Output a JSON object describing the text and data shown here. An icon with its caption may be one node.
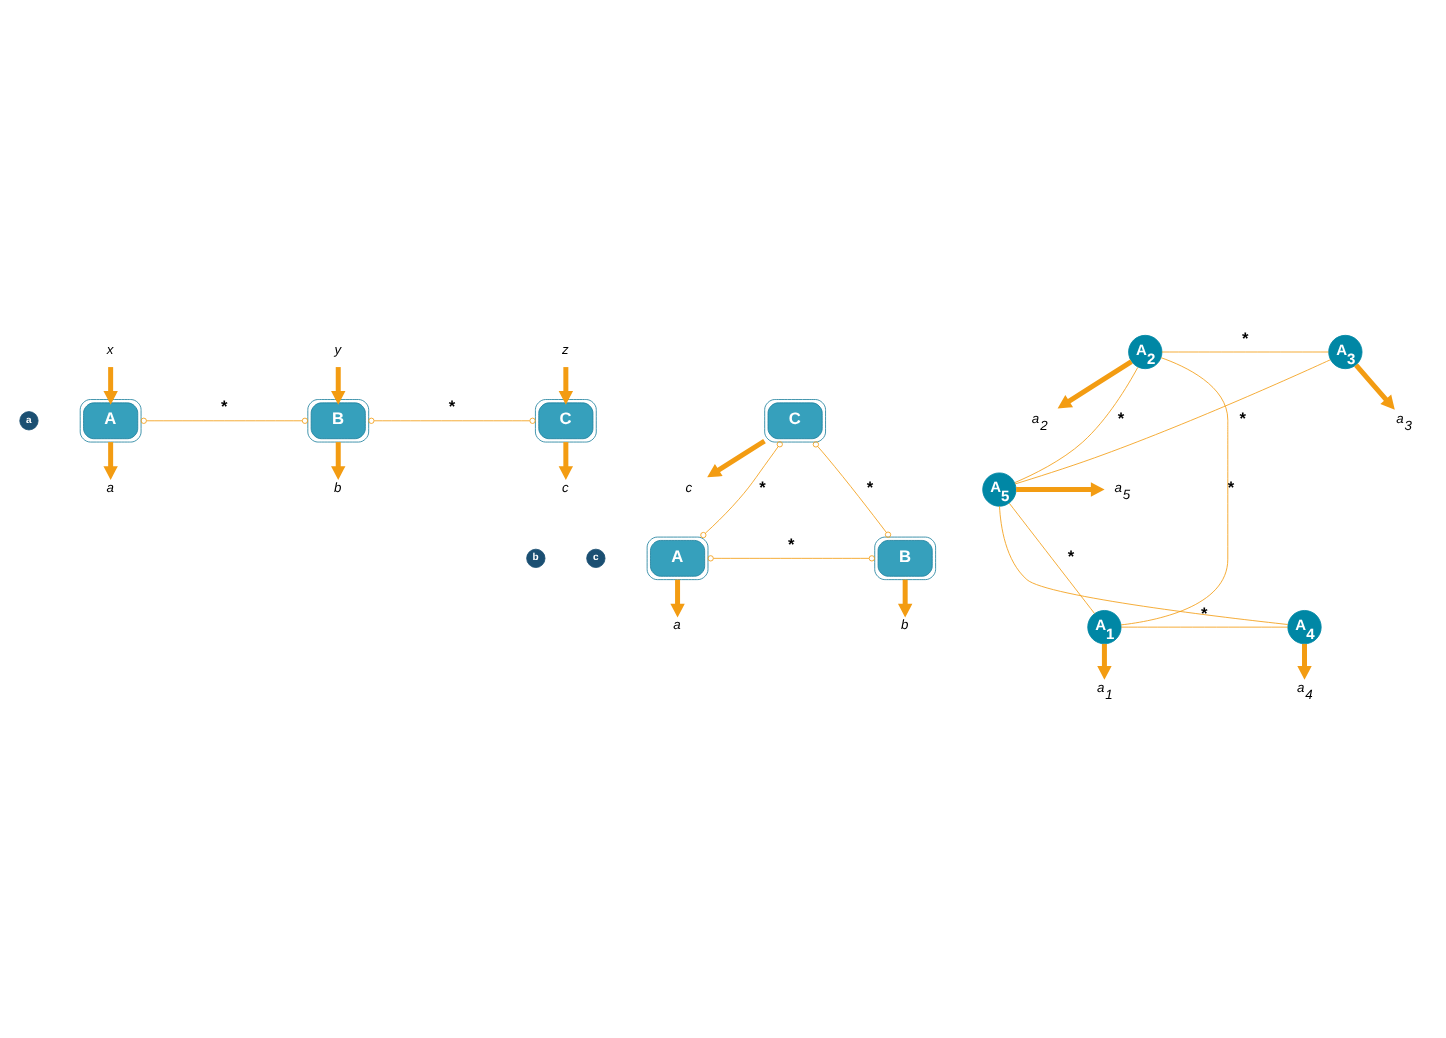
{
  "diagram": {
    "nodes": [
      {
        "text": [
          "a"
        ]
      },
      {
        "text": [
          "x"
        ]
      },
      {
        "text": [
          "y"
        ]
      },
      {
        "text": [
          "z"
        ]
      },
      {
        "text": [
          "A"
        ]
      },
      {
        "text": [
          "B"
        ]
      },
      {
        "text": [
          "C"
        ]
      },
      {
        "text": [
          "a"
        ]
      },
      {
        "text": [
          "b"
        ]
      },
      {
        "text": [
          "c"
        ]
      },
      {
        "text": [
          "b"
        ]
      },
      {
        "text": [
          "C"
        ]
      },
      {
        "text": [
          "c"
        ]
      },
      {
        "text": [
          "A"
        ]
      },
      {
        "text": [
          "B"
        ]
      },
      {
        "text": [
          "a"
        ]
      },
      {
        "text": [
          "b"
        ]
      },
      {
        "text": [
          "c"
        ]
      },
      {
        "text": [
          "a$_{2}$"
        ]
      },
      {
        "text": [
          "A$_{2}$"
        ]
      },
      {
        "text": [
          "A$_{3}$"
        ]
      },
      {
        "text": [
          "a$_{3}$"
        ]
      },
      {
        "text": [
          "a$_{5}$"
        ]
      },
      {
        "text": [
          "A$_{5}$"
        ]
      },
      {
        "text": [
          "A$_{4}$"
        ]
      },
      {
        "text": [
          "A$_{1}$"
        ]
      },
      {
        "text": [
          "a$_{4}$"
        ]
      },
      {
        "text": [
          "a$_{1}$"
        ]
      }
    ],
    "edges": [
      {
        "from": 1,
        "to": 4,
        "arrow": "to"
      },
      {
        "from": 2,
        "to": 5,
        "arrow": "to"
      },
      {
        "from": 3,
        "to": 6,
        "arrow": "to"
      },
      {
        "from": 4,
        "to": 5,
        "arrow": "other",
        "label": "*"
      },
      {
        "from": 5,
        "to": 6,
        "arrow": "other",
        "label": "*"
      },
      {
        "from": 4,
        "to": 7,
        "arrow": "to"
      },
      {
        "from": 5,
        "to": 8,
        "arrow": "to"
      },
      {
        "from": 6,
        "to": 9,
        "arrow": "to"
      },
      {
        "from": 11,
        "to": 12,
        "arrow": "to"
      },
      {
        "from": 11,
        "to": 13,
        "arrow": "other",
        "label": "*"
      },
      {
        "from": 11,
        "to": 14,
        "arrow": "other",
        "label": "*"
      },
      {
        "from": 13,
        "to": 14,
        "arrow": "other",
        "label": "*"
      },
      {
        "from": 13,
        "to": 15,
        "arrow": "to"
      },
      {
        "from": 14,
        "to": 16,
        "arrow": "to"
      },
      {
        "from": 19,
        "to": 18,
        "arrow": "to"
      },
      {
        "from": 19,
        "to": 20,
        "arrow": "none",
        "label": "*"
      },
      {
        "from": 20,
        "to": 21,
        "arrow": "to"
      },
      {
        "from": 19,
        "to": 23,
        "arrow": "none",
        "label": "*"
      },
      {
        "from": 20,
        "to": 23,
        "arrow": "none",
        "label": "*"
      },
      {
        "from": 19,
        "to": 25,
        "arrow": "none",
        "label": "*"
      },
      {
        "from": 23,
        "to": 22,
        "arrow": "to"
      },
      {
        "from": 23,
        "to": 25,
        "arrow": "none",
        "label": "*"
      },
      {
        "from": 25,
        "to": 24,
        "arrow": "none",
        "label": "*"
      },
      {
        "from": 23,
        "to": 24,
        "arrow": "none"
      },
      {
        "from": 24,
        "to": 26,
        "arrow": "to"
      },
      {
        "from": 25,
        "to": 27,
        "arrow": "to"
      }
    ]
  }
}
